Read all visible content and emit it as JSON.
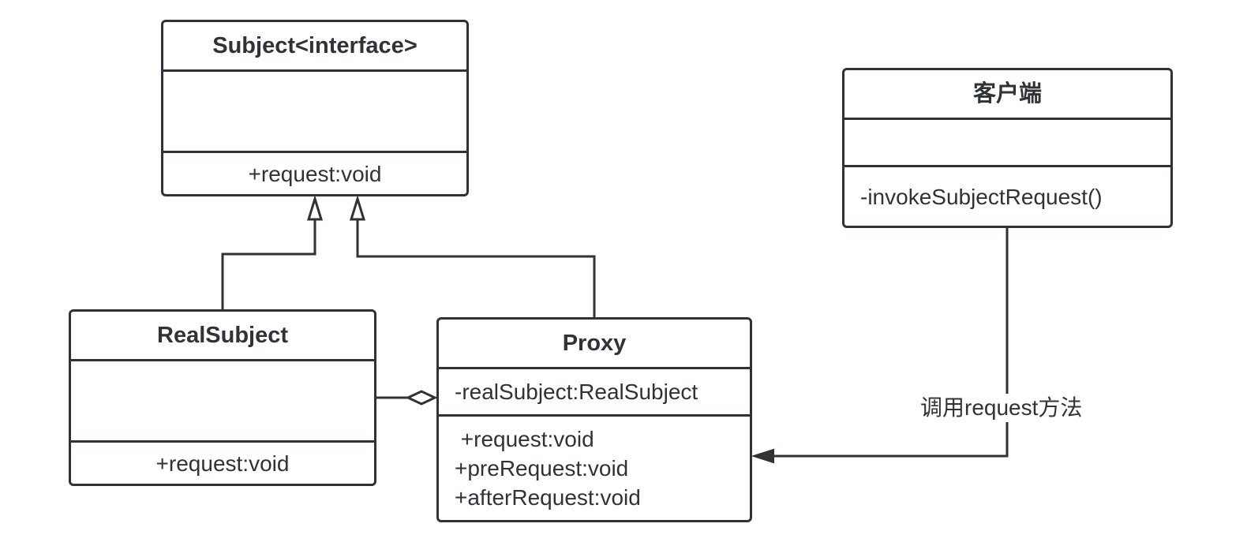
{
  "classes": {
    "subject": {
      "name": "Subject<interface>",
      "attributes": [],
      "methods": [
        "+request:void"
      ]
    },
    "realSubject": {
      "name": "RealSubject",
      "attributes": [],
      "methods": [
        "+request:void"
      ]
    },
    "proxy": {
      "name": "Proxy",
      "attributes": [
        "-realSubject:RealSubject"
      ],
      "methods": [
        " +request:void",
        "+preRequest:void",
        "+afterRequest:void"
      ]
    },
    "client": {
      "name": "客户端",
      "attributes": [],
      "methods": [
        "-invokeSubjectRequest()"
      ]
    }
  },
  "relations": {
    "realsubject_to_subject": "realization",
    "proxy_to_subject": "realization",
    "proxy_aggregates_realsubject": "aggregation",
    "client_to_proxy": {
      "type": "association",
      "label": "调用request方法"
    }
  },
  "colors": {
    "line": "#2f3236",
    "background": "#ffffff"
  }
}
